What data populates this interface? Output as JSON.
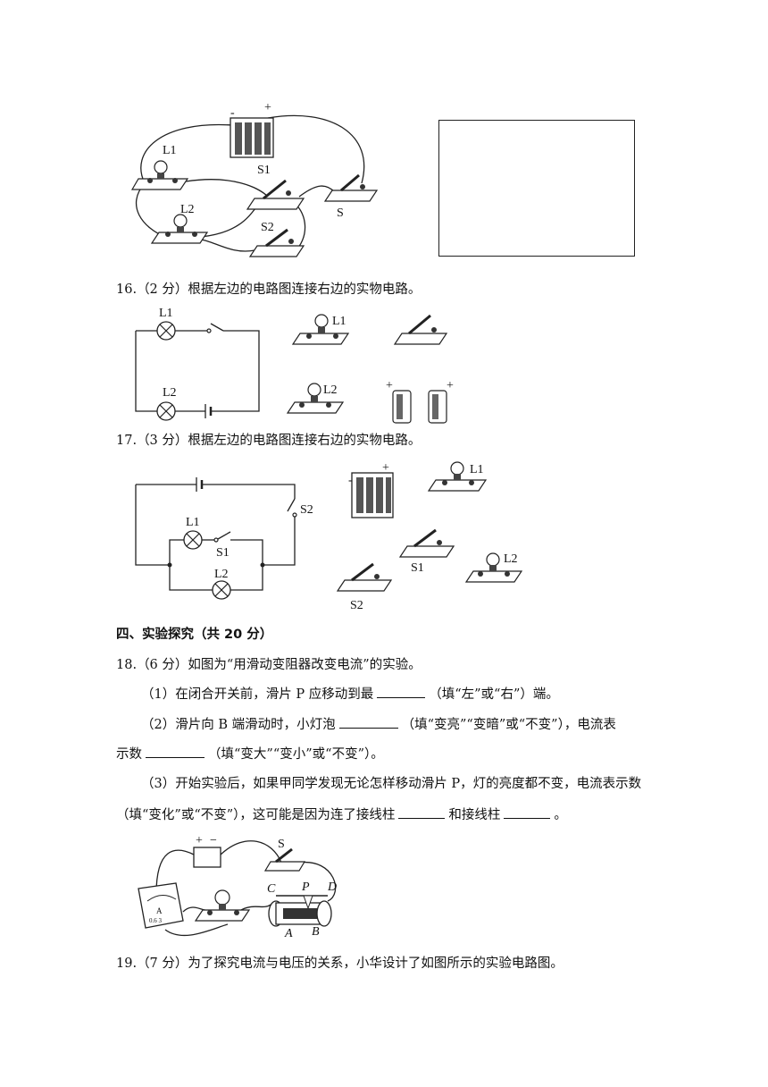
{
  "fig15": {
    "labels": {
      "l1": "L1",
      "l2": "L2",
      "s1": "S1",
      "s2": "S2",
      "s": "S",
      "minus": "-",
      "plus": "+"
    }
  },
  "q16": {
    "number": "16.",
    "text": "（2 分）根据左边的电路图连接右边的实物电路。",
    "labels": {
      "l1": "L1",
      "l2": "L2",
      "plus": "+"
    }
  },
  "q17": {
    "number": "17.",
    "text": "（3 分）根据左边的电路图连接右边的实物电路。",
    "labels": {
      "l1": "L1",
      "l2": "L2",
      "s1": "S1",
      "s2": "S2",
      "minus": "-",
      "plus": "+"
    }
  },
  "section4": {
    "title": "四、实验探究（共 20 分）"
  },
  "q18": {
    "number": "18.",
    "text": "（6 分）如图为“用滑动变阻器改变电流”的实验。",
    "p1_a": "（1）在闭合开关前，滑片 P 应移动到最",
    "p1_b": "（填“左”或“右”）端。",
    "p2_a": "（2）滑片向 B 端滑动时，小灯泡",
    "p2_b": "（填“变亮”“变暗”或“不变”），电流表",
    "p2_c": "示数",
    "p2_d": "（填“变大”“变小”或“不变”）。",
    "p3_a": "（3）开始实验后，如果甲同学发现无论怎样移动滑片 P，灯的亮度都不变，电流表示数",
    "p3_b": "（填“变化”或“不变”），这可能是因为连了接线柱",
    "p3_c": "和接线柱",
    "p3_d": "。",
    "fig": {
      "plus": "+",
      "minus": "−",
      "s": "S",
      "c": "C",
      "p": "P",
      "d": "D",
      "a": "A",
      "b": "B",
      "meter_a": "A",
      "meter_scale": "0.6  3"
    }
  },
  "q19": {
    "number": "19.",
    "text": "（7 分）为了探究电流与电压的关系，小华设计了如图所示的实验电路图。"
  }
}
